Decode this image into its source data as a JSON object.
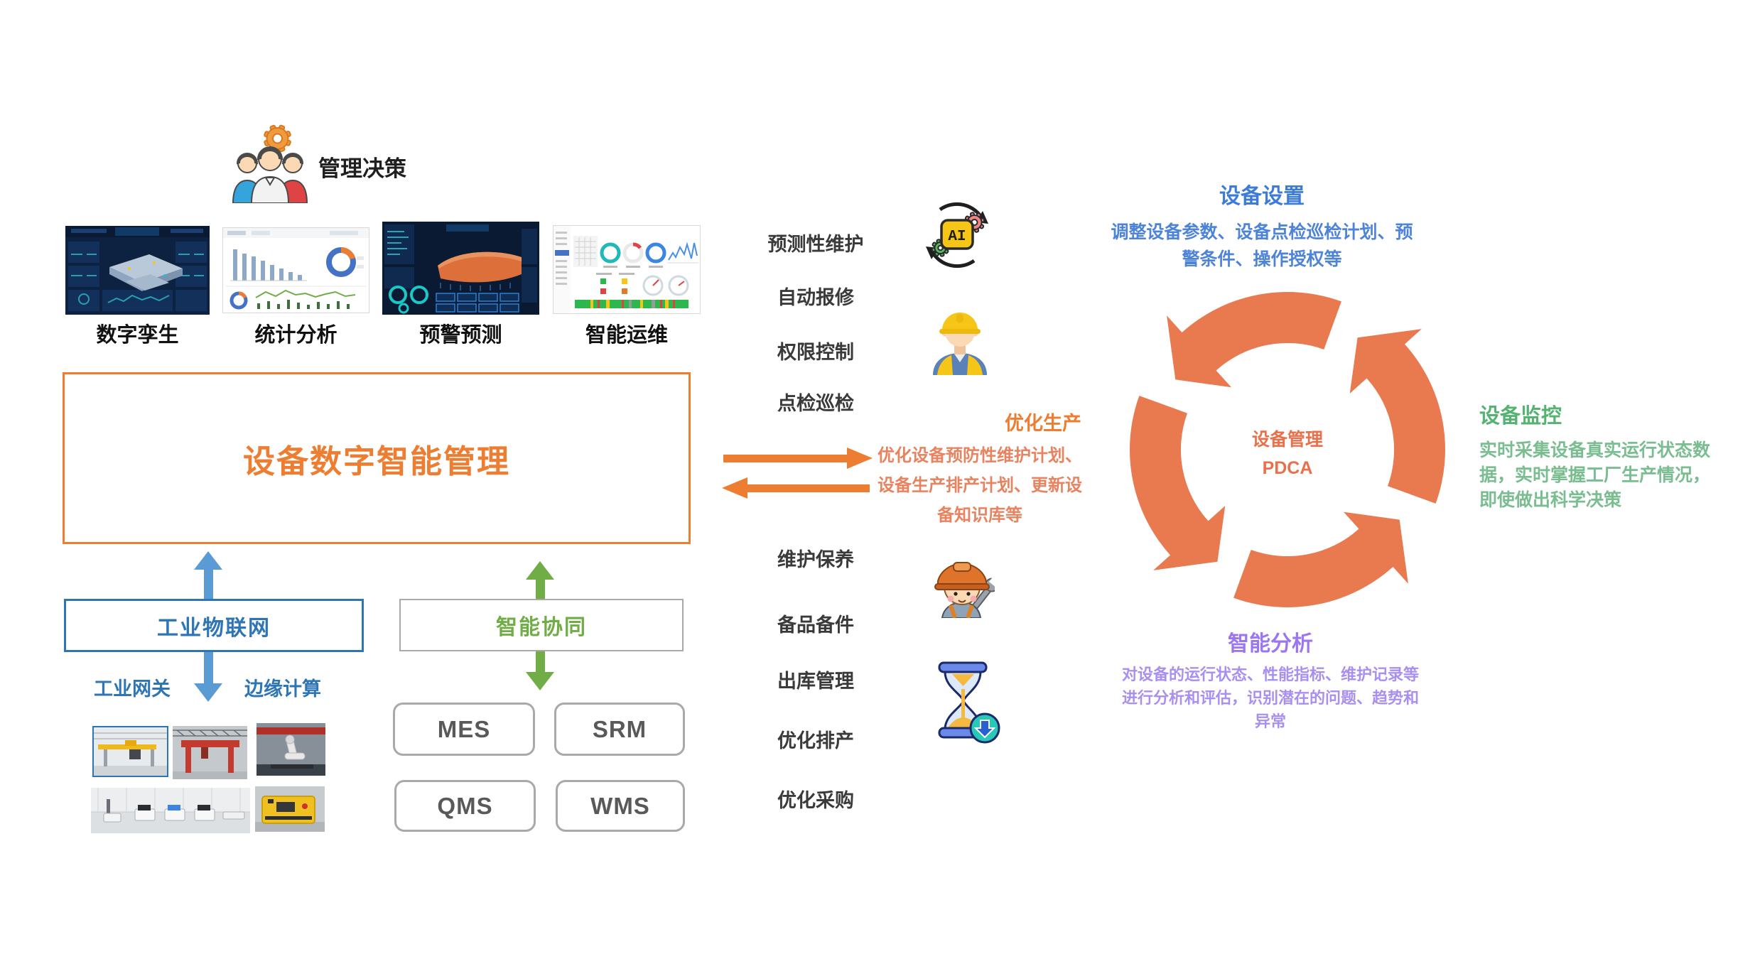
{
  "decision": {
    "label": "管理决策"
  },
  "thumbnails": [
    {
      "label": "数字孪生"
    },
    {
      "label": "统计分析"
    },
    {
      "label": "预警预测"
    },
    {
      "label": "智能运维"
    }
  ],
  "main_box": {
    "title": "设备数字智能管理"
  },
  "iiot": {
    "title": "工业物联网",
    "gateway_label": "工业网关",
    "edge_label": "边缘计算"
  },
  "collab": {
    "title": "智能协同",
    "systems": [
      "MES",
      "SRM",
      "QMS",
      "WMS"
    ]
  },
  "functions_top": [
    "预测性维护",
    "自动报修",
    "权限控制",
    "点检巡检"
  ],
  "functions_bottom": [
    "维护保养",
    "备品备件",
    "出库管理",
    "优化排产",
    "优化采购"
  ],
  "optimize_production": {
    "title": "优化生产",
    "lines": [
      "优化设备预防性维护计划、",
      "设备生产排产计划、更新设",
      "备知识库等"
    ]
  },
  "pdca": {
    "line1": "设备管理",
    "line2": "PDCA"
  },
  "device_settings": {
    "title": "设备设置",
    "lines": [
      "调整设备参数、设备点检巡检计划、预",
      "警条件、操作授权等"
    ]
  },
  "device_monitor": {
    "title": "设备监控",
    "lines": [
      "实时采集设备真实运行状态数",
      "据，实时掌握工厂生产情况，",
      "即使做出科学决策"
    ]
  },
  "smart_analysis": {
    "title": "智能分析",
    "lines": [
      "对设备的运行状态、性能指标、维护记录等",
      "进行分析和评估，识别潜在的问题、趋势和",
      "异常"
    ]
  },
  "icons": {
    "decision_icon": "people-gear-icon",
    "ai_icon": "ai-cycle-icon",
    "worker_icon": "worker-helmet-icon",
    "mechanic_icon": "mechanic-wrench-icon",
    "hourglass_icon": "hourglass-download-icon",
    "ai_label": "AI"
  },
  "colors": {
    "orange": "#ED7D31",
    "salmon": "#E97A50",
    "steel_blue": "#2E75B6",
    "arrow_blue": "#5B9BD5",
    "title_blue": "#3C7CD8",
    "green": "#70AD47",
    "monitor_green": "#55B372",
    "purple": "#9B76F0",
    "gray_border": "#A9A9A9",
    "system_text": "#595959"
  }
}
